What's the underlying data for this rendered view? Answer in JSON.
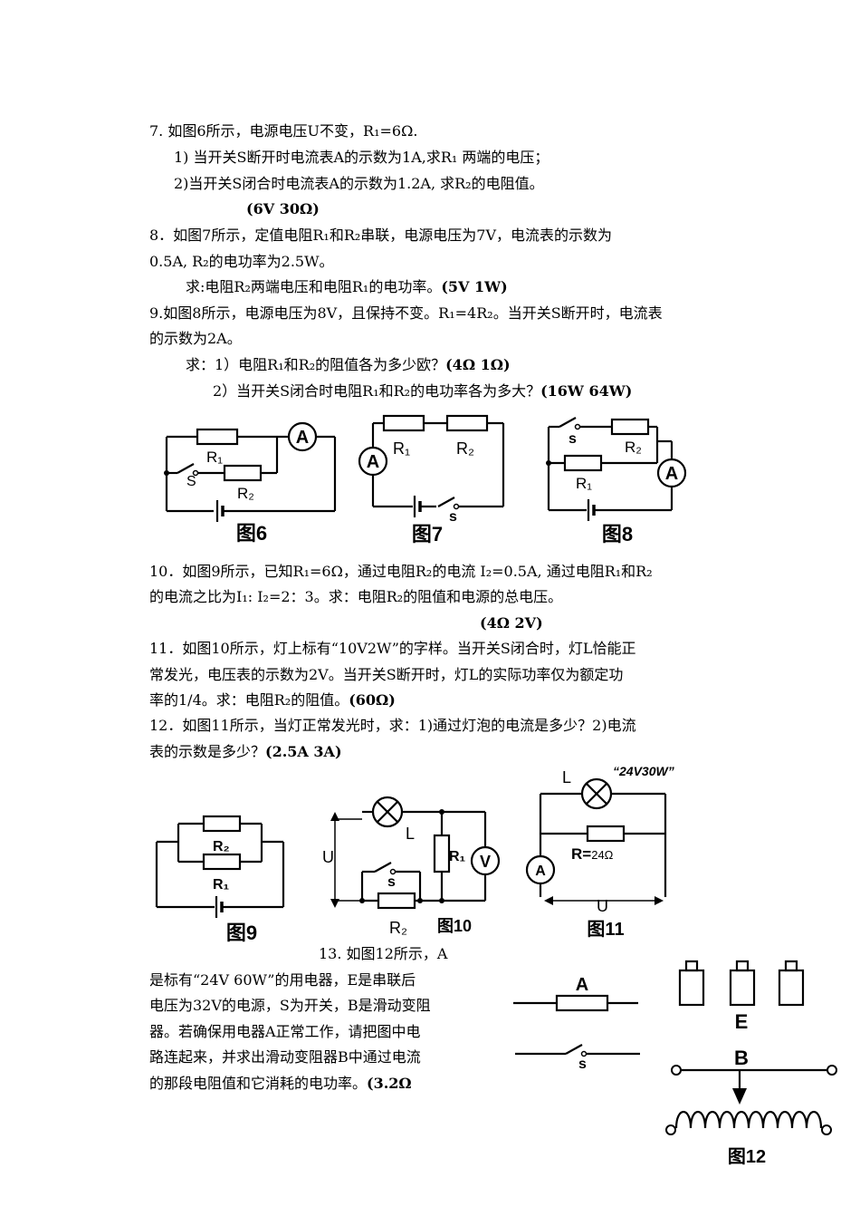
{
  "q7": {
    "stem": "7. 如图6所示，电源电压U不变，R₁=6Ω.",
    "p1": "1)  当开关S断开时电流表A的示数为1A,求R₁ 两端的电压；",
    "p2": "2)当开关S闭合时电流表A的示数为1.2A, 求R₂的电阻值。",
    "ans": "(6V  30Ω)"
  },
  "q8": {
    "l1": "8．如图7所示，定值电阻R₁和R₂串联，电源电压为7V，电流表的示数为",
    "l2": "0.5A, R₂的电功率为2.5W。",
    "l3": "求:电阻R₂两端电压和电阻R₁的电功率。",
    "ans": "(5V 1W)"
  },
  "q9": {
    "l1": "9.如图8所示，电源电压为8V，且保持不变。R₁=4R₂。当开关S断开时，电流表",
    "l2": "的示数为2A。",
    "p1": "求：1）电阻R₁和R₂的阻值各为多少欧？",
    "ans1": "(4Ω 1Ω)",
    "p2": "2）当开关S闭合时电阻R₁和R₂的电功率各为多大？",
    "ans2": "(16W 64W)"
  },
  "q10": {
    "l1": "10．如图9所示，已知R₁=6Ω，通过电阻R₂的电流 I₂=0.5A, 通过电阻R₁和R₂",
    "l2": "的电流之比为I₁:  I₂=2：3。求：电阻R₂的阻值和电源的总电压。",
    "ans": "(4Ω 2V)"
  },
  "q11": {
    "l1": "11．如图10所示，灯上标有“10V2W”的字样。当开关S闭合时，灯L恰能正",
    "l2": "常发光，电压表的示数为2V。当开关S断开时，灯L的实际功率仅为额定功",
    "l3": "率的1/4。求：电阻R₂的阻值。",
    "ans": "(60Ω)"
  },
  "q12": {
    "l1": "12．如图11所示，当灯正常发光时，求：1)通过灯泡的电流是多少？2)电流",
    "l2": "表的示数是多少？",
    "ans": "(2.5A  3A)"
  },
  "q13": {
    "l1": "13. 如图12所示，A",
    "l2": "是标有“24V 60W”的用电器，E是串联后",
    "l3": "电压为32V的电源，S为开关，B是滑动变阻",
    "l4": "器。若确保用电器A正常工作，请把图中电",
    "l5": "路连起来，并求出滑动变阻器B中通过电流",
    "l6": "的那段电阻值和它消耗的电功率。",
    "ans": "(3.2Ω"
  },
  "fig6": {
    "caption": "图6",
    "r1": "R₁",
    "r2": "R₂",
    "s": "S",
    "a": "A"
  },
  "fig7": {
    "caption": "图7",
    "r1": "R₁",
    "r2": "R₂",
    "s": "s",
    "a": "A"
  },
  "fig8": {
    "caption": "图8",
    "r1": "R₁",
    "r2": "R₂",
    "s": "s",
    "a": "A"
  },
  "fig9": {
    "caption": "图9",
    "r1": "R₁",
    "r2": "R₂"
  },
  "fig10": {
    "caption": "图10",
    "u": "U",
    "l": "L",
    "r1": "R₁",
    "r2": "R₂",
    "v": "V",
    "s": "s"
  },
  "fig11": {
    "caption": "图11",
    "l": "L",
    "rating": "“24V30W”",
    "r": "R=",
    "rval": "24Ω",
    "a": "A",
    "u": "U"
  },
  "fig12": {
    "caption": "图12",
    "a": "A",
    "s": "s",
    "e": "E",
    "b": "B"
  }
}
